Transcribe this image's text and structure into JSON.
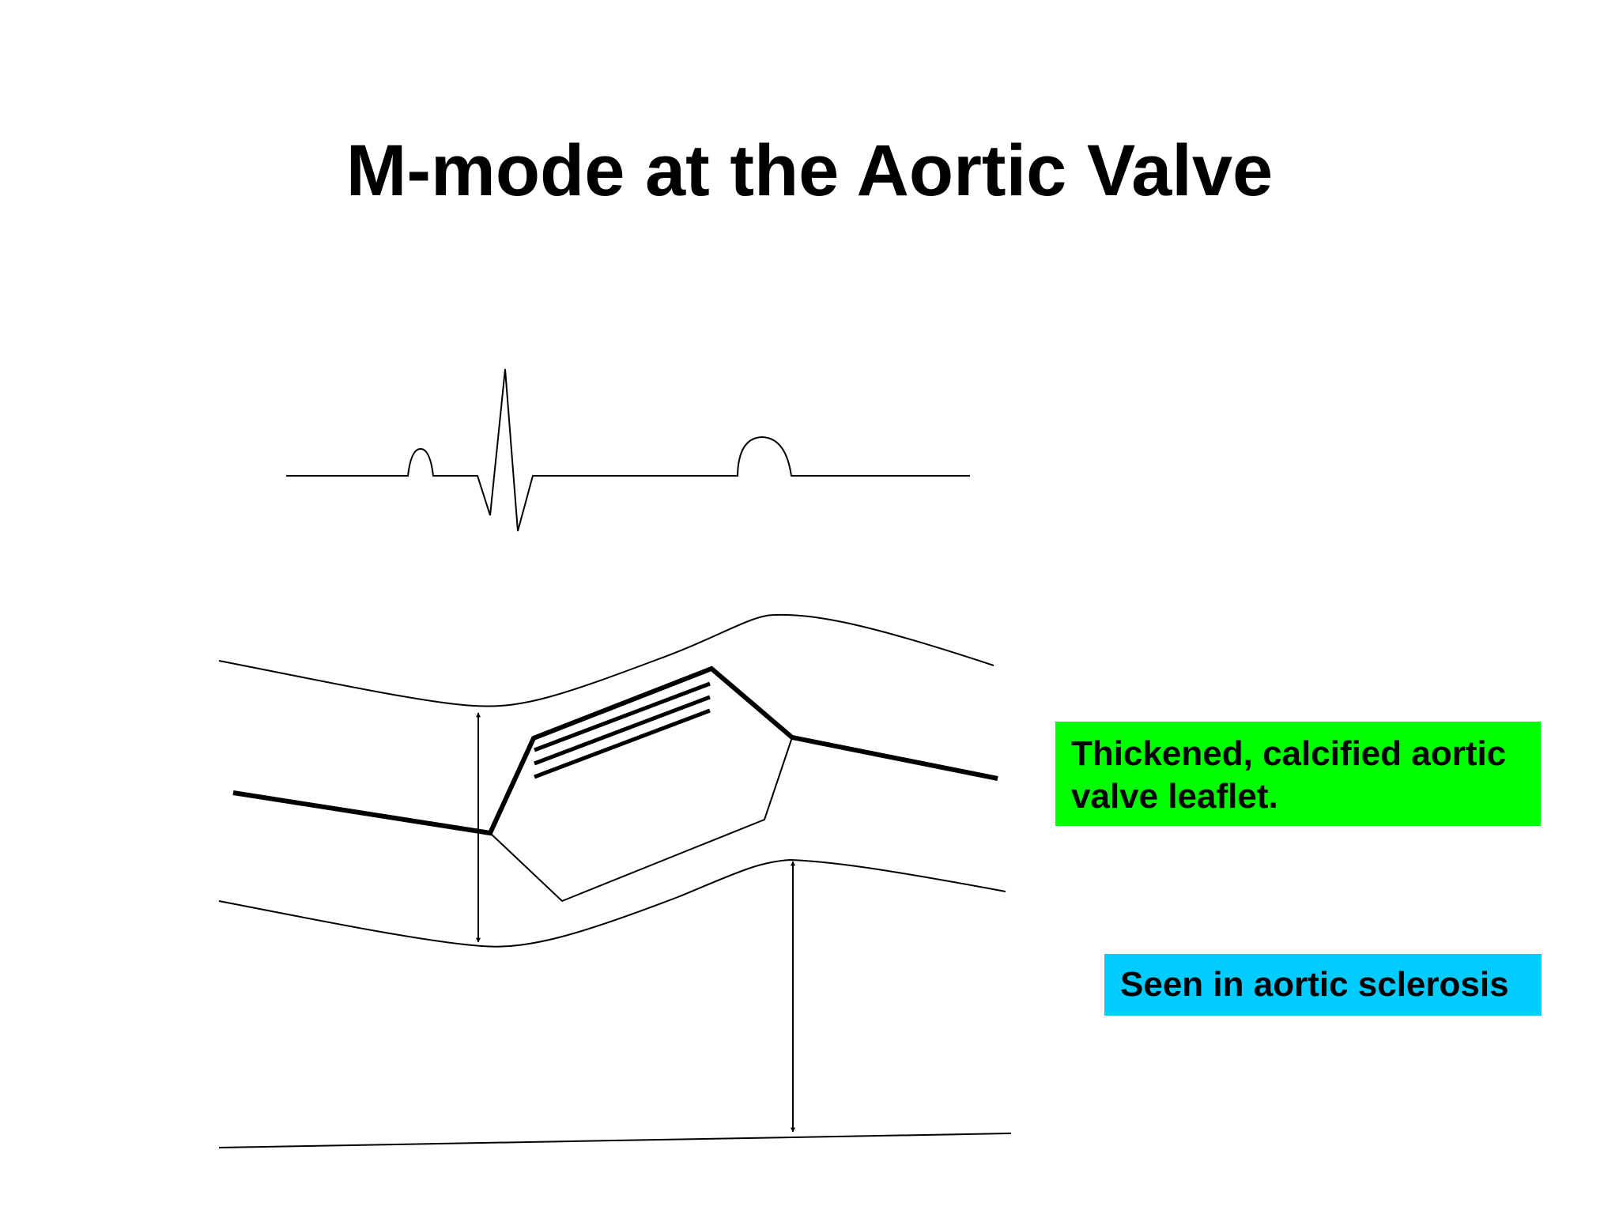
{
  "slide": {
    "title": "M-mode at the Aortic Valve"
  },
  "callouts": {
    "leaflet": {
      "text": "Thickened, calcified aortic valve leaflet.",
      "color": "#00ff00"
    },
    "sclerosis": {
      "text": "Seen in aortic sclerosis",
      "color": "#00ccff"
    }
  },
  "diagram": {
    "line_color": "#000000"
  }
}
